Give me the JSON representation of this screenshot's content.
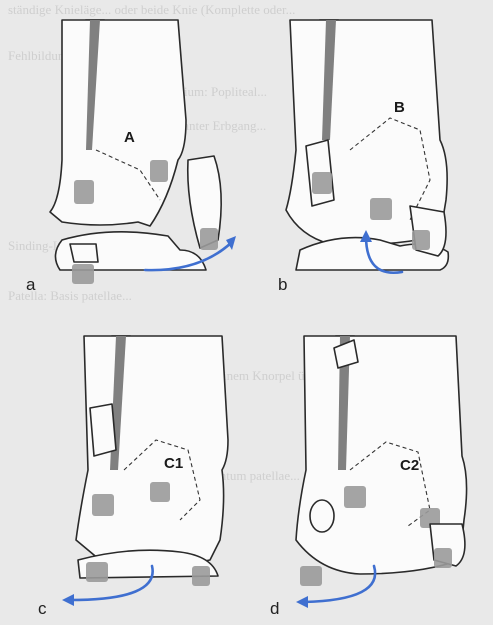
{
  "background_text": [
    "ständige Knieläge... oder beide Knie (Komplette oder...",
    "Fehlbildungen mit Fokomelie...",
    "Pterygium: Popliteal...",
    "dominanter Erbgang...",
    "Sinding-Larsen-Johansson...",
    "Patella: Basis patellae...",
    "mit hyalinem Knorpel überzogen",
    "Ligamentum patellae..."
  ],
  "panels": [
    {
      "id": "a",
      "fragment_label": "A",
      "letter": "a"
    },
    {
      "id": "b",
      "fragment_label": "B",
      "letter": "b"
    },
    {
      "id": "c",
      "fragment_label": "C1",
      "letter": "c"
    },
    {
      "id": "d",
      "fragment_label": "C2",
      "letter": "d"
    }
  ],
  "colors": {
    "arrow": "#3f6fd0",
    "ligament": "#9a9a9a",
    "bone_fill": "#fbfbfb",
    "background": "#e9e9e9"
  }
}
